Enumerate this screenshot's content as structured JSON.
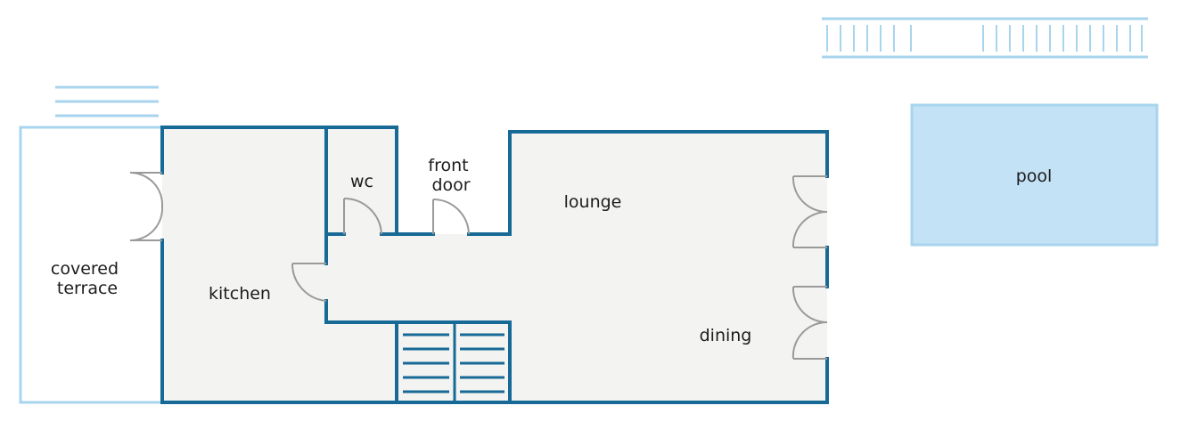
{
  "rooms": {
    "covered_terrace": [
      "covered",
      "terrace"
    ],
    "kitchen": "kitchen",
    "wc": "wc",
    "front_door": [
      "front",
      "door"
    ],
    "lounge": "lounge",
    "dining": "dining",
    "pool": "pool"
  },
  "colors": {
    "wall": "#176a96",
    "light_outline": "#a8d4ee",
    "floor": "#f3f3f2",
    "pool_fill": "#c3e2f6",
    "door_swing": "#9a9a9a"
  }
}
